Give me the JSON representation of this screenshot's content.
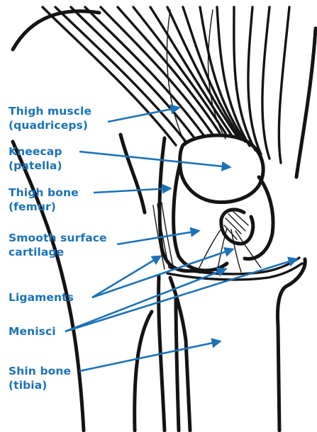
{
  "colors": {
    "label_blue": "#1c72b8",
    "ink": "#141414",
    "background": "#ffffff"
  },
  "labels": [
    {
      "id": "thigh-muscle",
      "line1": "Thigh muscle",
      "line2": "(quadriceps)"
    },
    {
      "id": "kneecap",
      "line1": "Kneecap",
      "line2": "(patella)"
    },
    {
      "id": "thigh-bone",
      "line1": "Thigh bone",
      "line2": "(femur)"
    },
    {
      "id": "cartilage",
      "line1": "Smooth surface",
      "line2": "cartilage"
    },
    {
      "id": "ligaments",
      "line1": "Ligaments",
      "line2": ""
    },
    {
      "id": "menisci",
      "line1": "Menisci",
      "line2": ""
    },
    {
      "id": "shin-bone",
      "line1": "Shin bone",
      "line2": "(tibia)"
    }
  ]
}
